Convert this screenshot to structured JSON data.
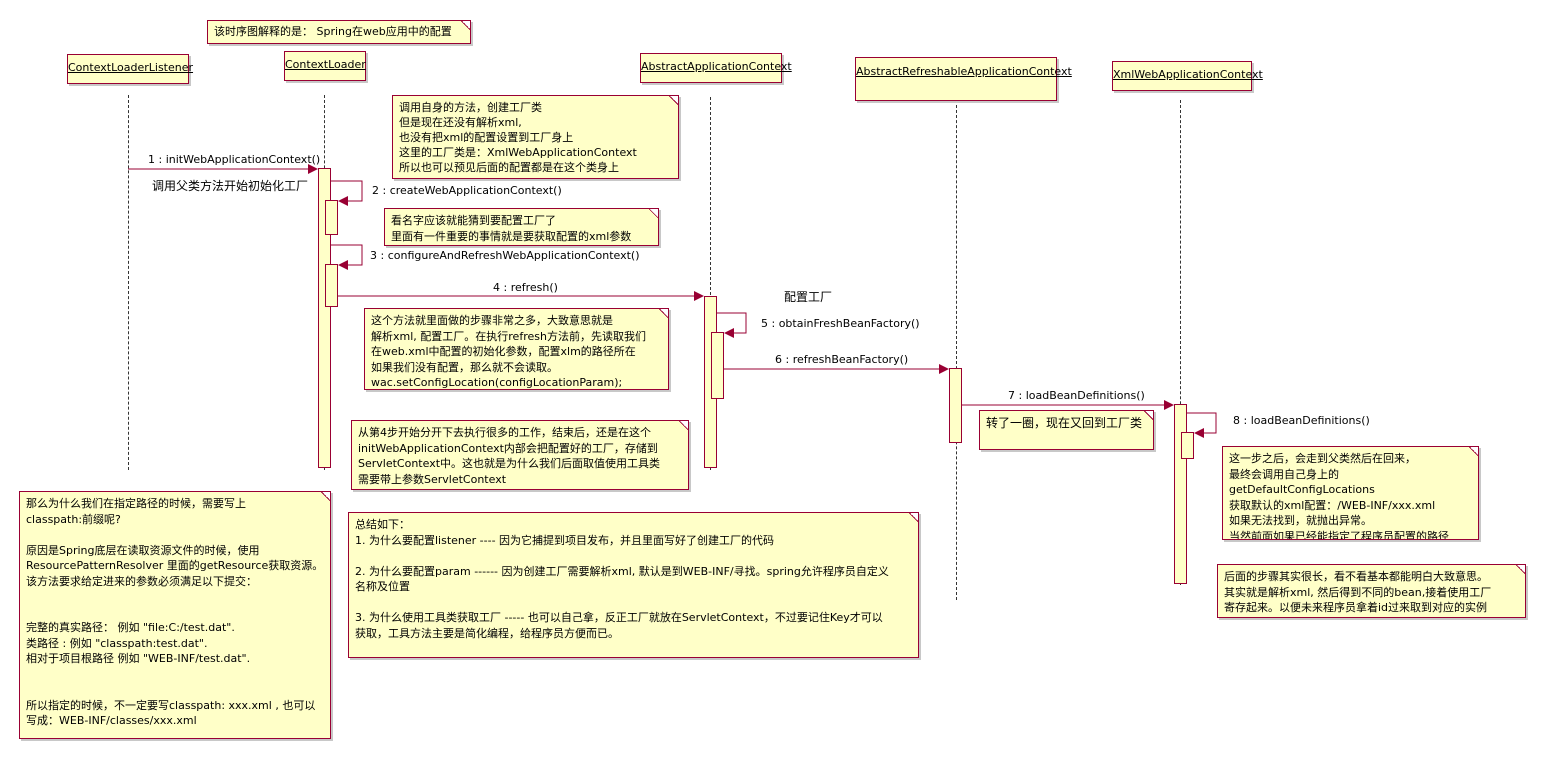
{
  "title_note": "该时序图解释的是： Spring在web应用中的配置",
  "lifelines": [
    {
      "name": "ContextLoaderListener"
    },
    {
      "name": "ContextLoader"
    },
    {
      "name": "AbstractApplicationContext"
    },
    {
      "name": "AbstractRefreshableApplicationContext"
    },
    {
      "name": "XmlWebApplicationContext"
    }
  ],
  "messages": [
    {
      "label": "1 : initWebApplicationContext()"
    },
    {
      "label": "2 : createWebApplicationContext()"
    },
    {
      "label": "3 : configureAndRefreshWebApplicationContext()"
    },
    {
      "label": "4 : refresh()"
    },
    {
      "label": "5 : obtainFreshBeanFactory()"
    },
    {
      "label": "6 : refreshBeanFactory()"
    },
    {
      "label": "7 : loadBeanDefinitions()"
    },
    {
      "label": "8 : loadBeanDefinitions()"
    }
  ],
  "labels": {
    "init_factory": "调用父类方法开始初始化工厂",
    "config_factory": "配置工厂"
  },
  "notes": {
    "create_factory": "调用自身的方法，创建工厂类\n但是现在还没有解析xml,\n也没有把xml的配置设置到工厂身上\n这里的工厂类是：XmlWebApplicationContext\n所以也可以预见后面的配置都是在这个类身上",
    "guess_name": "看名字应该就能猜到要配置工厂了\n里面有一件重要的事情就是要获取配置的xml参数",
    "refresh_steps": "这个方法就里面做的步骤非常之多，大致意思就是\n解析xml, 配置工厂。在执行refresh方法前，先读取我们\n在web.xml中配置的初始化参数，配置xlm的路径所在\n如果我们没有配置，那么就不会读取。\nwac.setConfigLocation(configLocationParam);",
    "step4": "从第4步开始分开下去执行很多的工作，结束后，还是在这个\ninitWebApplicationContext内部会把配置好的工厂，存储到\nServletContext中。这也就是为什么我们后面取值使用工具类\n需要带上参数ServletContext",
    "back_to_factory": "转了一圈，现在又回到工厂类",
    "xml_default": "这一步之后，会走到父类然后在回来，\n最终会调用自己身上的getDefaultConfigLocations\n获取默认的xml配置：/WEB-INF/xxx.xml\n如果无法找到，就抛出异常。\n当然前面如果已经能指定了程序员配置的路径\n那么就使用程序员能制定的xml",
    "later_steps": "后面的步骤其实很长，看不看基本都能明白大致意思。\n其实就是解析xml, 然后得到不同的bean,接着使用工厂\n寄存起来。以便未来程序员拿着id过来取到对应的实例",
    "classpath": "那么为什么我们在指定路径的时候，需要写上\nclasspath:前缀呢?\n\n原因是Spring底层在读取资源文件的时候，使用\nResourcePatternResolver 里面的getResource获取资源。\n该方法要求给定进来的参数必须满足以下提交：\n\n\n完整的真实路径： 例如  \"file:C:/test.dat\".\n类路径 :  例如  \"classpath:test.dat\".\n相对于项目根路径  例如     \"WEB-INF/test.dat\".\n\n\n所以指定的时候，不一定要写classpath: xxx.xml , 也可以\n写成：WEB-INF/classes/xxx.xml",
    "summary": "总结如下：\n1. 为什么要配置listener  ---- 因为它捕提到项目发布，并且里面写好了创建工厂的代码\n\n2. 为什么要配置param ------ 因为创建工厂需要解析xml, 默认是到WEB-INF/寻找。spring允许程序员自定义\n名称及位置\n\n3. 为什么使用工具类获取工厂  ----- 也可以自己拿，反正工厂就放在ServletContext，不过要记住Key才可以\n获取，工具方法主要是简化编程，给程序员方便而已。"
  },
  "colors": {
    "note_fill": "#ffffc8",
    "border": "#990033",
    "arrow": "#990033"
  }
}
